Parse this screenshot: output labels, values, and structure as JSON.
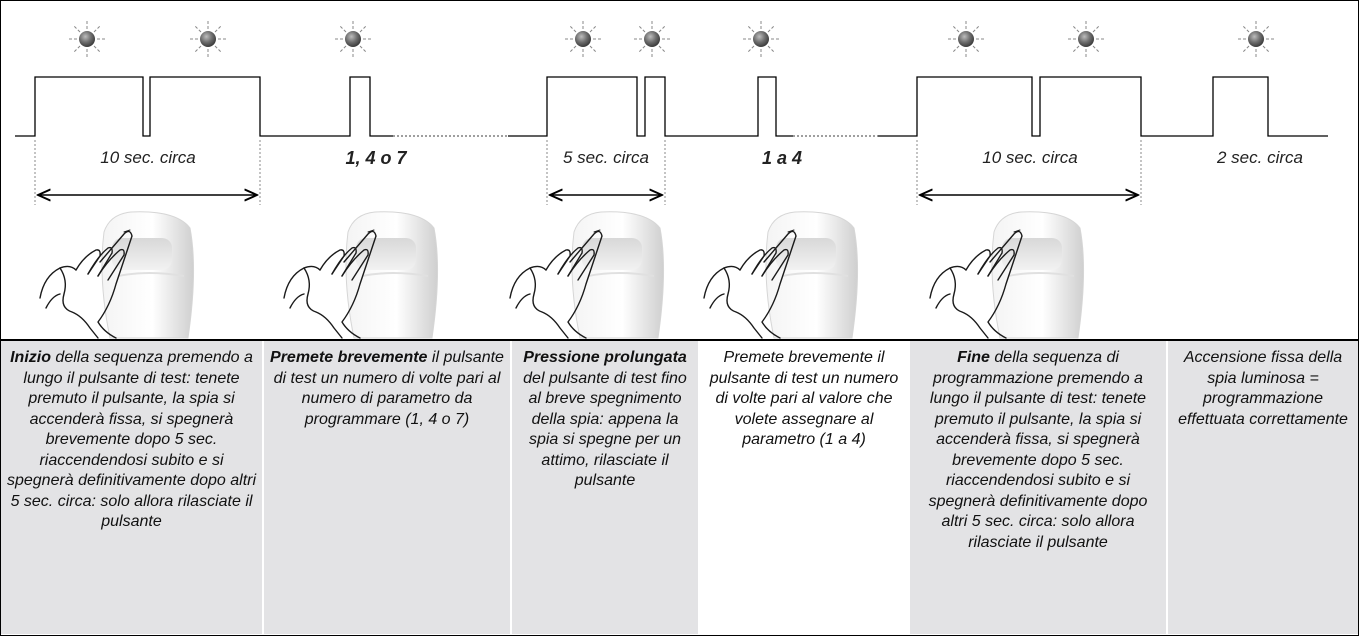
{
  "timing_labels": [
    {
      "text": "10 sec. circa",
      "bold": false
    },
    {
      "text": "1, 4 o 7",
      "bold": true
    },
    {
      "text": "5 sec. circa",
      "bold": false
    },
    {
      "text": "1 a 4",
      "bold": true
    },
    {
      "text": "10 sec. circa",
      "bold": false
    },
    {
      "text": "2 sec. circa",
      "bold": false
    }
  ],
  "steps": [
    {
      "bold": "Inizio",
      "text": " della sequenza premendo a lungo il pulsante di test: tenete premuto il pulsante, la spia si accenderà fissa, si spegnerà brevemente dopo 5 sec. riaccendendosi subito e si spegnerà definitivamente dopo altri 5 sec. circa: solo allora rilasciate il pulsante"
    },
    {
      "bold": "Premete brevemente",
      "text": " il pulsante di test un numero di volte pari al numero di parametro da programmare (1, 4 o 7)"
    },
    {
      "bold": "Pressione prolungata",
      "text": " del pulsante di test fino al breve spegnimento della spia: appena la spia si spegne per un attimo, rilasciate il pulsante"
    },
    {
      "bold": "",
      "text": "Premete brevemente il pulsante di test un numero di volte pari al valore che volete assegnare al parametro (1 a 4)"
    },
    {
      "bold": "Fine",
      "text": " della sequenza di programmazione premendo a lungo il pulsante di test: tenete premuto il pulsante, la spia si accenderà fissa, si spegnerà brevemente dopo 5 sec. riaccendendosi subito e si spegnerà definitivamente dopo altri 5 sec. circa: solo allora rilasciate il pulsante"
    },
    {
      "bold": "",
      "text": "Accensione fissa della spia luminosa = programmazione effettuata correttamente"
    }
  ],
  "icons": {
    "led": "led-light-icon",
    "sensor": "pir-sensor-icon",
    "hand": "pressing-hand-icon",
    "arrow": "double-arrow-icon"
  },
  "colors": {
    "panel_grey": "#e3e3e5",
    "led_body": "#6e6e6e",
    "signal_line": "#000000"
  }
}
